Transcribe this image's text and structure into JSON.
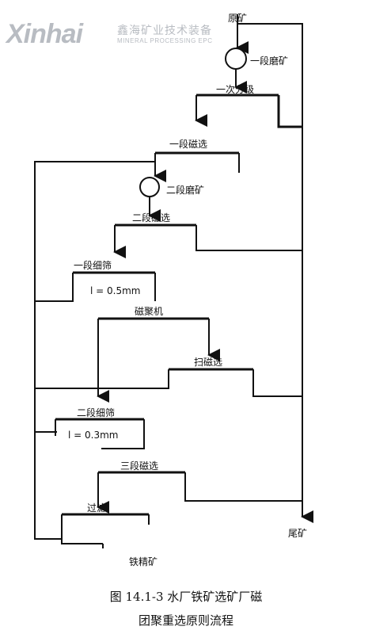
{
  "watermark": {
    "brand": "Xinhai",
    "cn": "鑫海矿业技术装备",
    "en": "MINERAL PROCESSING EPC"
  },
  "nodes": {
    "raw_ore": "原矿",
    "grind1": "一段磨矿",
    "classify1": "一次分级",
    "mag1": "一段磁选",
    "grind2": "二段磨矿",
    "mag2": "二段磁选",
    "screen1": "一段细筛",
    "screen1_size": "l = 0.5mm",
    "agglom": "磁聚机",
    "scav": "扫磁选",
    "screen2": "二段细筛",
    "screen2_size": "l = 0.3mm",
    "mag3": "三段磁选",
    "filter": "过滤",
    "concentrate": "铁精矿",
    "tailings": "尾矿"
  },
  "caption": {
    "line1": "图 14.1-3   水厂铁矿选矿厂磁",
    "line2": "团聚重选原则流程"
  }
}
